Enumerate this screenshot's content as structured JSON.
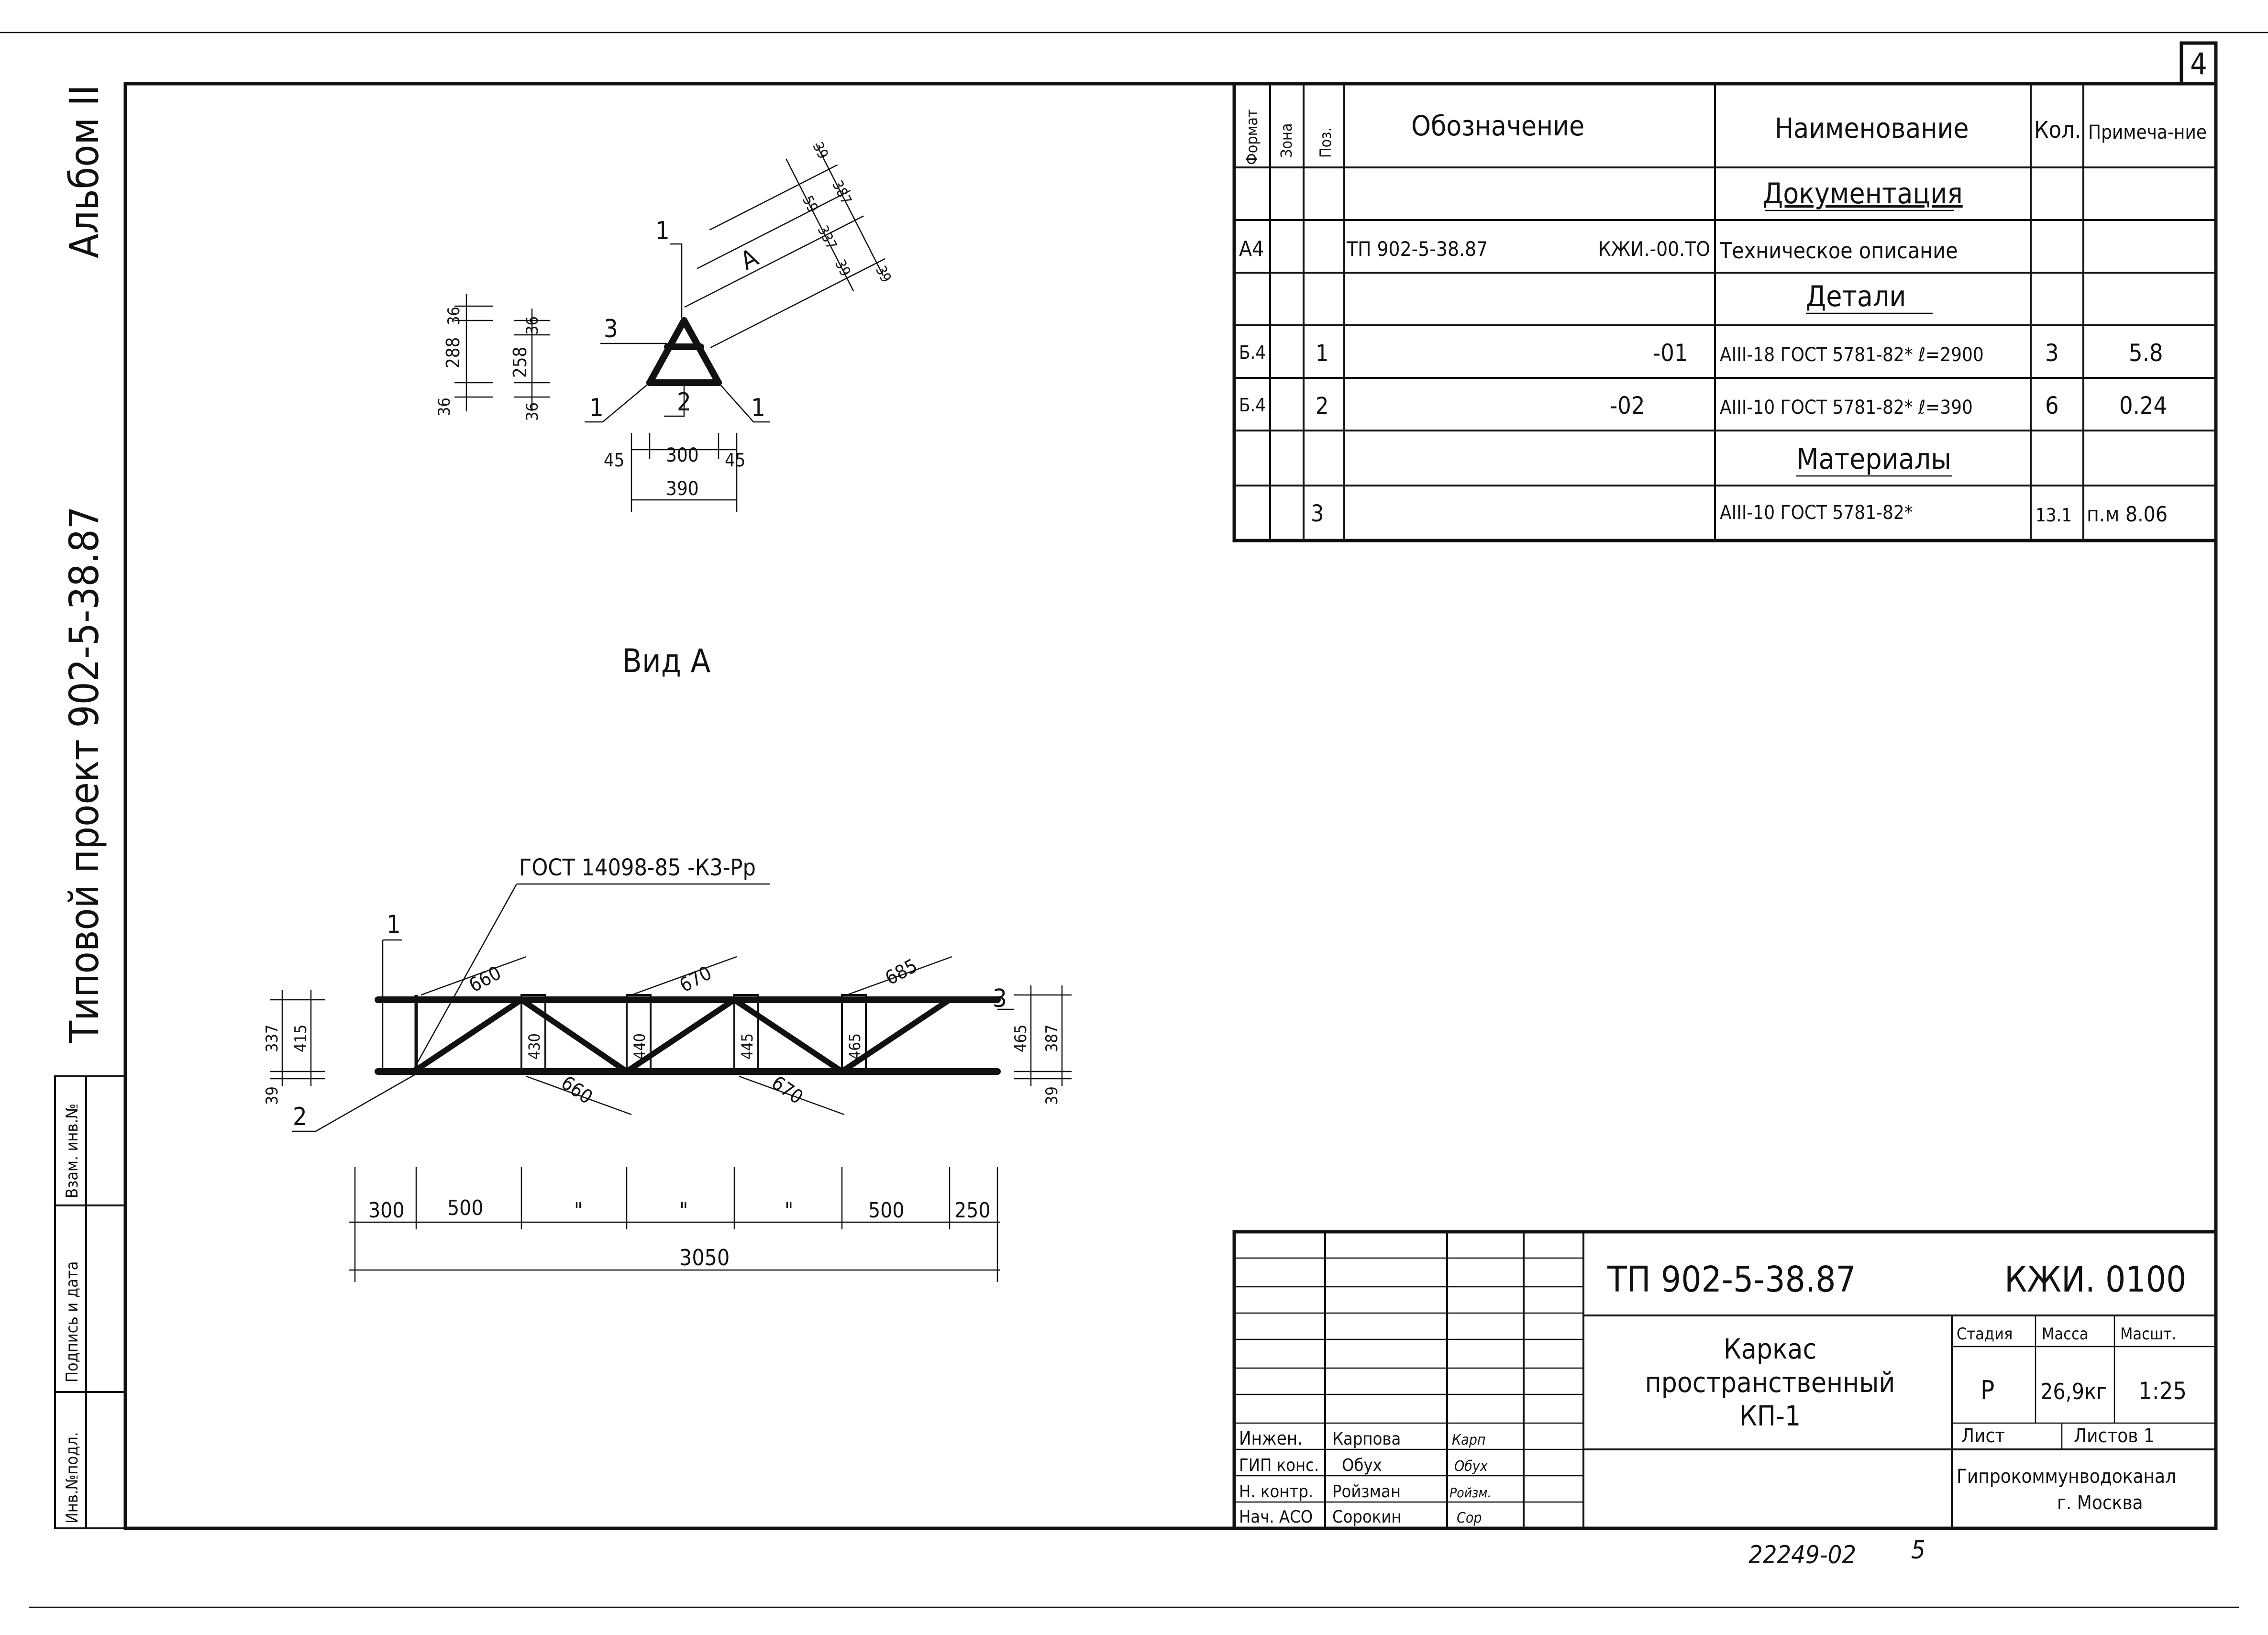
{
  "sheet": {
    "number": "4",
    "side_album": "Альбом II",
    "side_project": "Типовой проект 902-5-38.87",
    "footer_code": "22249-02",
    "footer_num": "5",
    "side_stamp": [
      "Инв.№подл.",
      "Подпись и дата",
      "Взам. инв.№"
    ]
  },
  "drawing": {
    "cross_section": {
      "pos1": "1",
      "pos2": "2",
      "pos3": "3",
      "view": "А",
      "dims": [
        "36",
        "288",
        "36",
        "36",
        "258",
        "36",
        "45",
        "300",
        "45",
        "390",
        "39",
        "59",
        "337",
        "39",
        "387",
        "39"
      ]
    },
    "view_title": "Вид А",
    "weld_note": "ГОСТ 14098-85 -К3-Рр",
    "elevation": {
      "pos1": "1",
      "pos2": "2",
      "pos3": "3",
      "diag_top": [
        "660",
        "670",
        "685"
      ],
      "diag_bottom": [
        "660",
        "670"
      ],
      "heights": [
        "430",
        "440",
        "445",
        "465"
      ],
      "left_dims": [
        "39",
        "337",
        "415"
      ],
      "right_dims": [
        "465",
        "387",
        "39"
      ],
      "spacing": [
        "300",
        "500",
        "\"",
        "\"",
        "\"",
        "500",
        "250"
      ],
      "total": "3050"
    }
  },
  "spec": {
    "headers": [
      "Формат",
      "Зона",
      "Поз.",
      "Обозначение",
      "Наименование",
      "Кол.",
      "Примеча-ние"
    ],
    "rows": [
      {
        "section": "Документация"
      },
      {
        "format": "А4",
        "zone": "",
        "pos": "",
        "code": "ТП 902-5-38.87",
        "code2": "КЖИ.-00.ТО",
        "name": "Техническое описание",
        "qty": "",
        "note": ""
      },
      {
        "section": "Детали"
      },
      {
        "format": "Б.4",
        "zone": "",
        "pos": "1",
        "code": "",
        "code2": "-01",
        "name": "АIII-18 ГОСТ 5781-82* ℓ=2900",
        "qty": "3",
        "note": "5.8"
      },
      {
        "format": "Б.4",
        "zone": "",
        "pos": "2",
        "code": "",
        "code2": "-02",
        "name": "АIII-10 ГОСТ 5781-82* ℓ=390",
        "qty": "6",
        "note": "0.24"
      },
      {
        "section": "Материалы"
      },
      {
        "format": "",
        "zone": "",
        "pos": "3",
        "code": "",
        "code2": "",
        "name": "АIII-10 ГОСТ 5781-82*",
        "qty": "13.1",
        "note": "п.м 8.06"
      }
    ]
  },
  "title_block": {
    "doc_code": "ТП 902-5-38.87",
    "doc_mark": "КЖИ. 0100",
    "title": [
      "Каркас",
      "пространственный",
      "КП-1"
    ],
    "stage_label": "Стадия",
    "mass_label": "Масса",
    "scale_label": "Масшт.",
    "stage": "Р",
    "mass": "26,9кг",
    "scale": "1:25",
    "sheet_label": "Лист",
    "sheets_label": "Листов 1",
    "org": [
      "Гипрокоммунводоканал",
      "г. Москва"
    ],
    "people": [
      {
        "role": "Инжен.",
        "name": "Карпова",
        "sign": "Карп"
      },
      {
        "role": "ГИП конс.",
        "name": "Обух",
        "sign": "Обух"
      },
      {
        "role": "Н. контр.",
        "name": "Ройзман",
        "sign": "Ройзм."
      },
      {
        "role": "Нач. АСО",
        "name": "Сорокин",
        "sign": "Сор"
      }
    ]
  }
}
